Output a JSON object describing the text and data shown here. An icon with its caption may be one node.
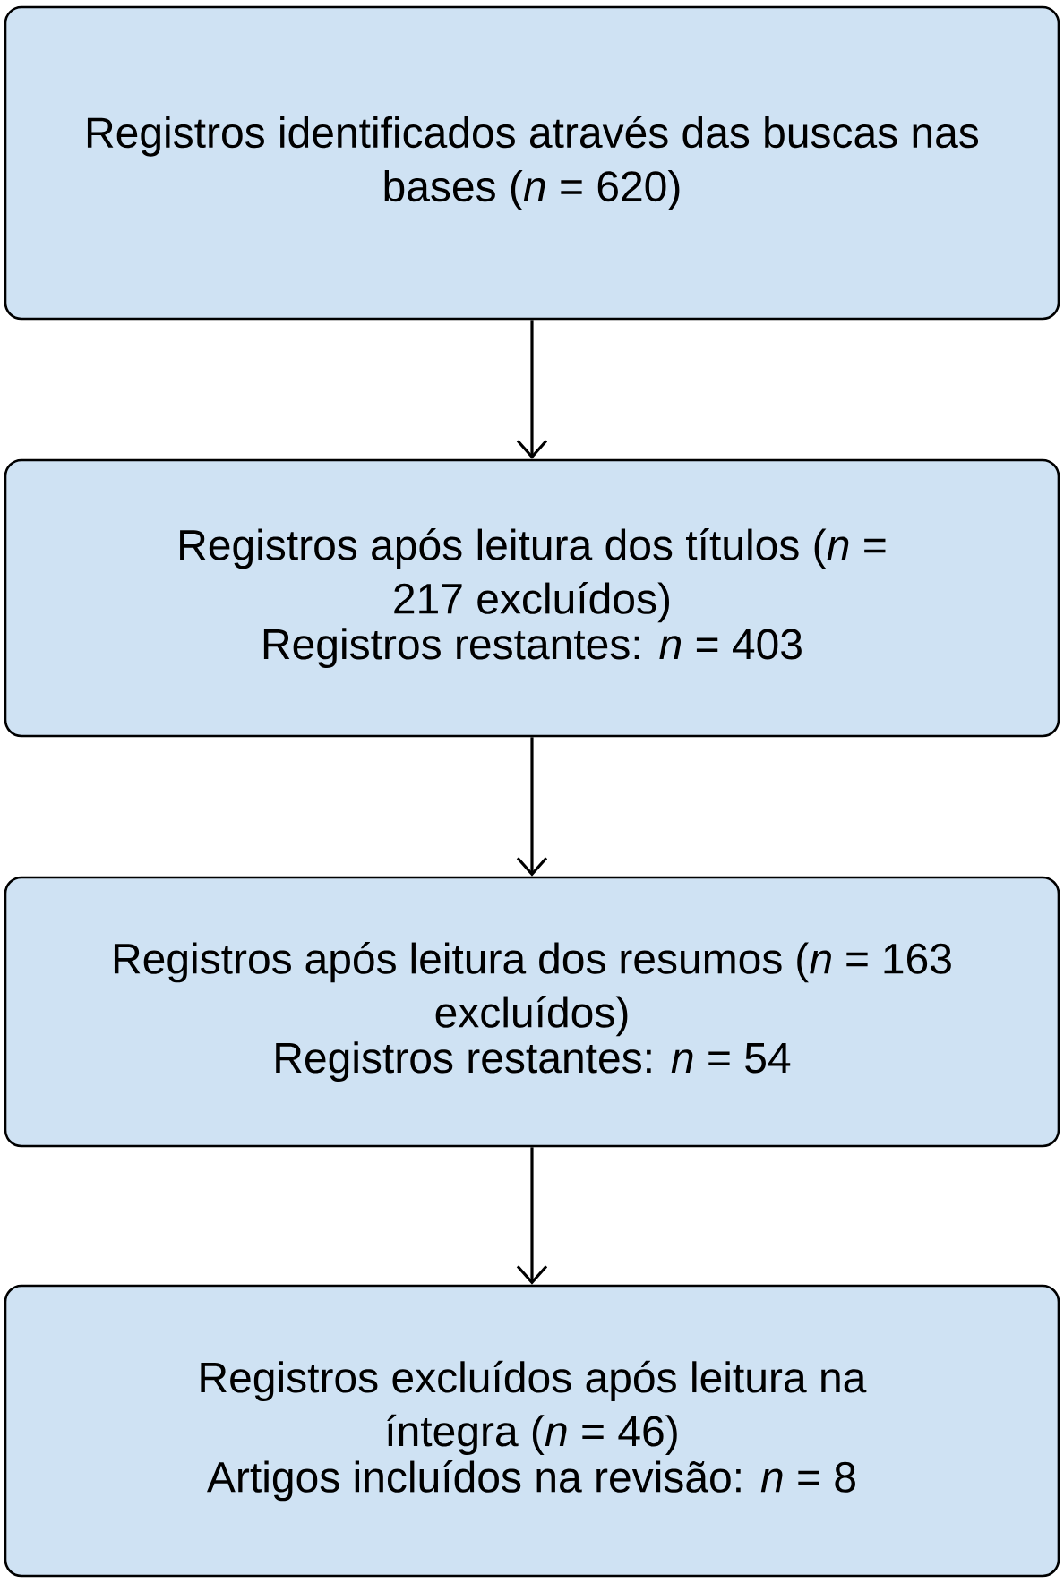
{
  "diagram": {
    "nodes": [
      {
        "text": [
          "Registros identificados através das buscas nas bases (*n* = 620)"
        ]
      },
      {
        "text": [
          "Registros após leitura dos títulos (*n* = 217 excluídos)",
          "Registros restantes: *n* = 403"
        ]
      },
      {
        "text": [
          "Registros após leitura dos resumos (*n* = 163 excluídos)",
          "Registros restantes: *n* = 54"
        ]
      },
      {
        "text": [
          "Registros excluídos após leitura na íntegra (*n* = 46)",
          "Artigos incluídos na revisão: *n* = 8"
        ]
      }
    ],
    "edges": [
      {
        "from": 0,
        "to": 1,
        "arrow": "to"
      },
      {
        "from": 1,
        "to": 2,
        "arrow": "to"
      },
      {
        "from": 2,
        "to": 3,
        "arrow": "to"
      }
    ]
  }
}
